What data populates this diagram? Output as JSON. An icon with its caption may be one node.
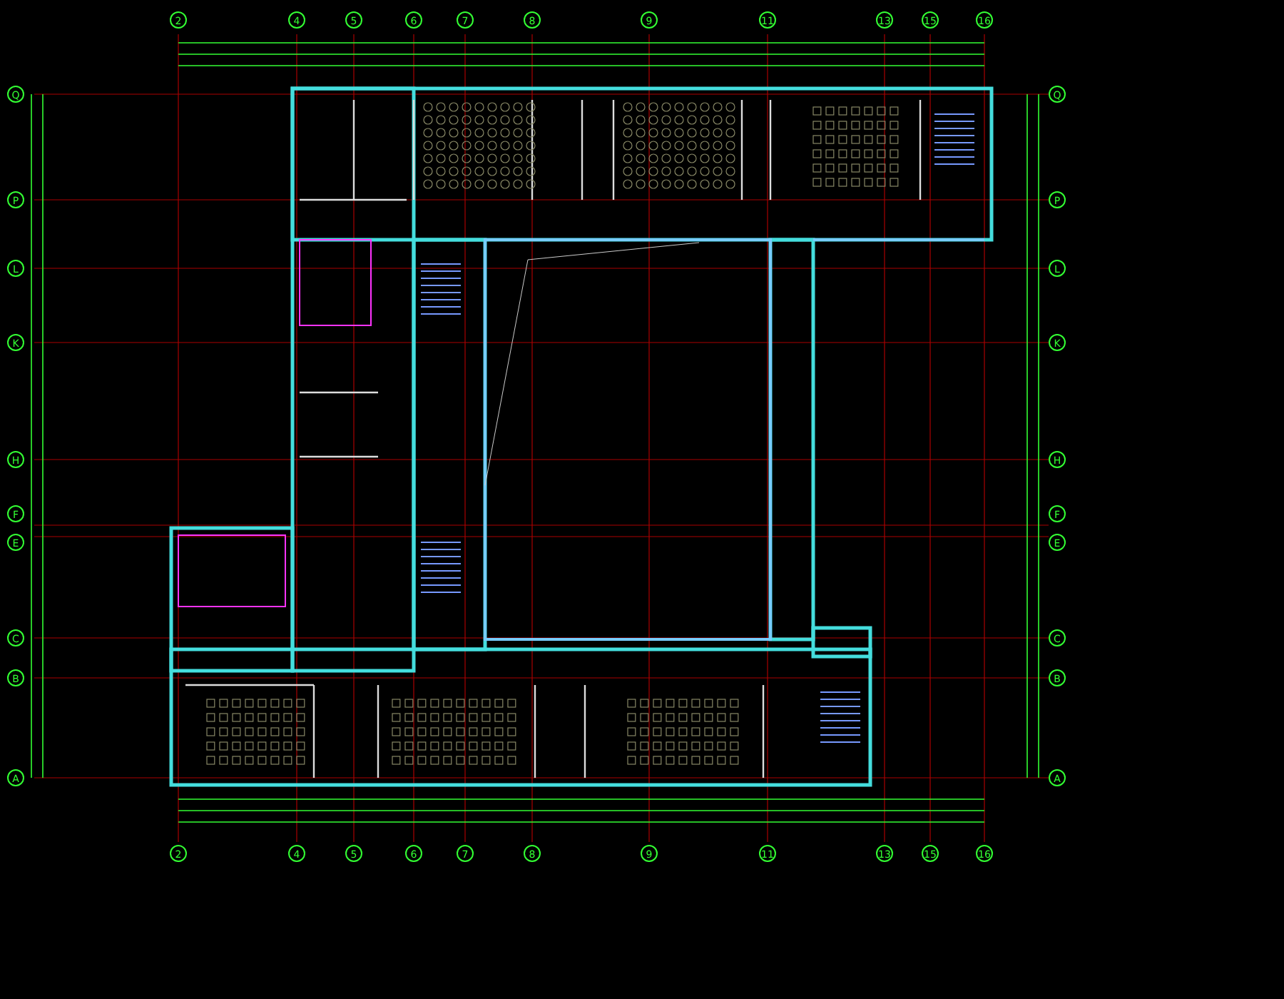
{
  "diagram": {
    "labels": [
      "2",
      "4",
      "5",
      "6",
      "7",
      "8",
      "9",
      "11",
      "13",
      "15",
      "16",
      "Q",
      "Q",
      "P",
      "P",
      "L",
      "L",
      "K",
      "K",
      "H",
      "H",
      "F",
      "F",
      "E",
      "E",
      "C",
      "C",
      "B",
      "B",
      "A",
      "A",
      "2",
      "4",
      "5",
      "6",
      "7",
      "8",
      "9",
      "11",
      "13",
      "15",
      "16"
    ]
  }
}
